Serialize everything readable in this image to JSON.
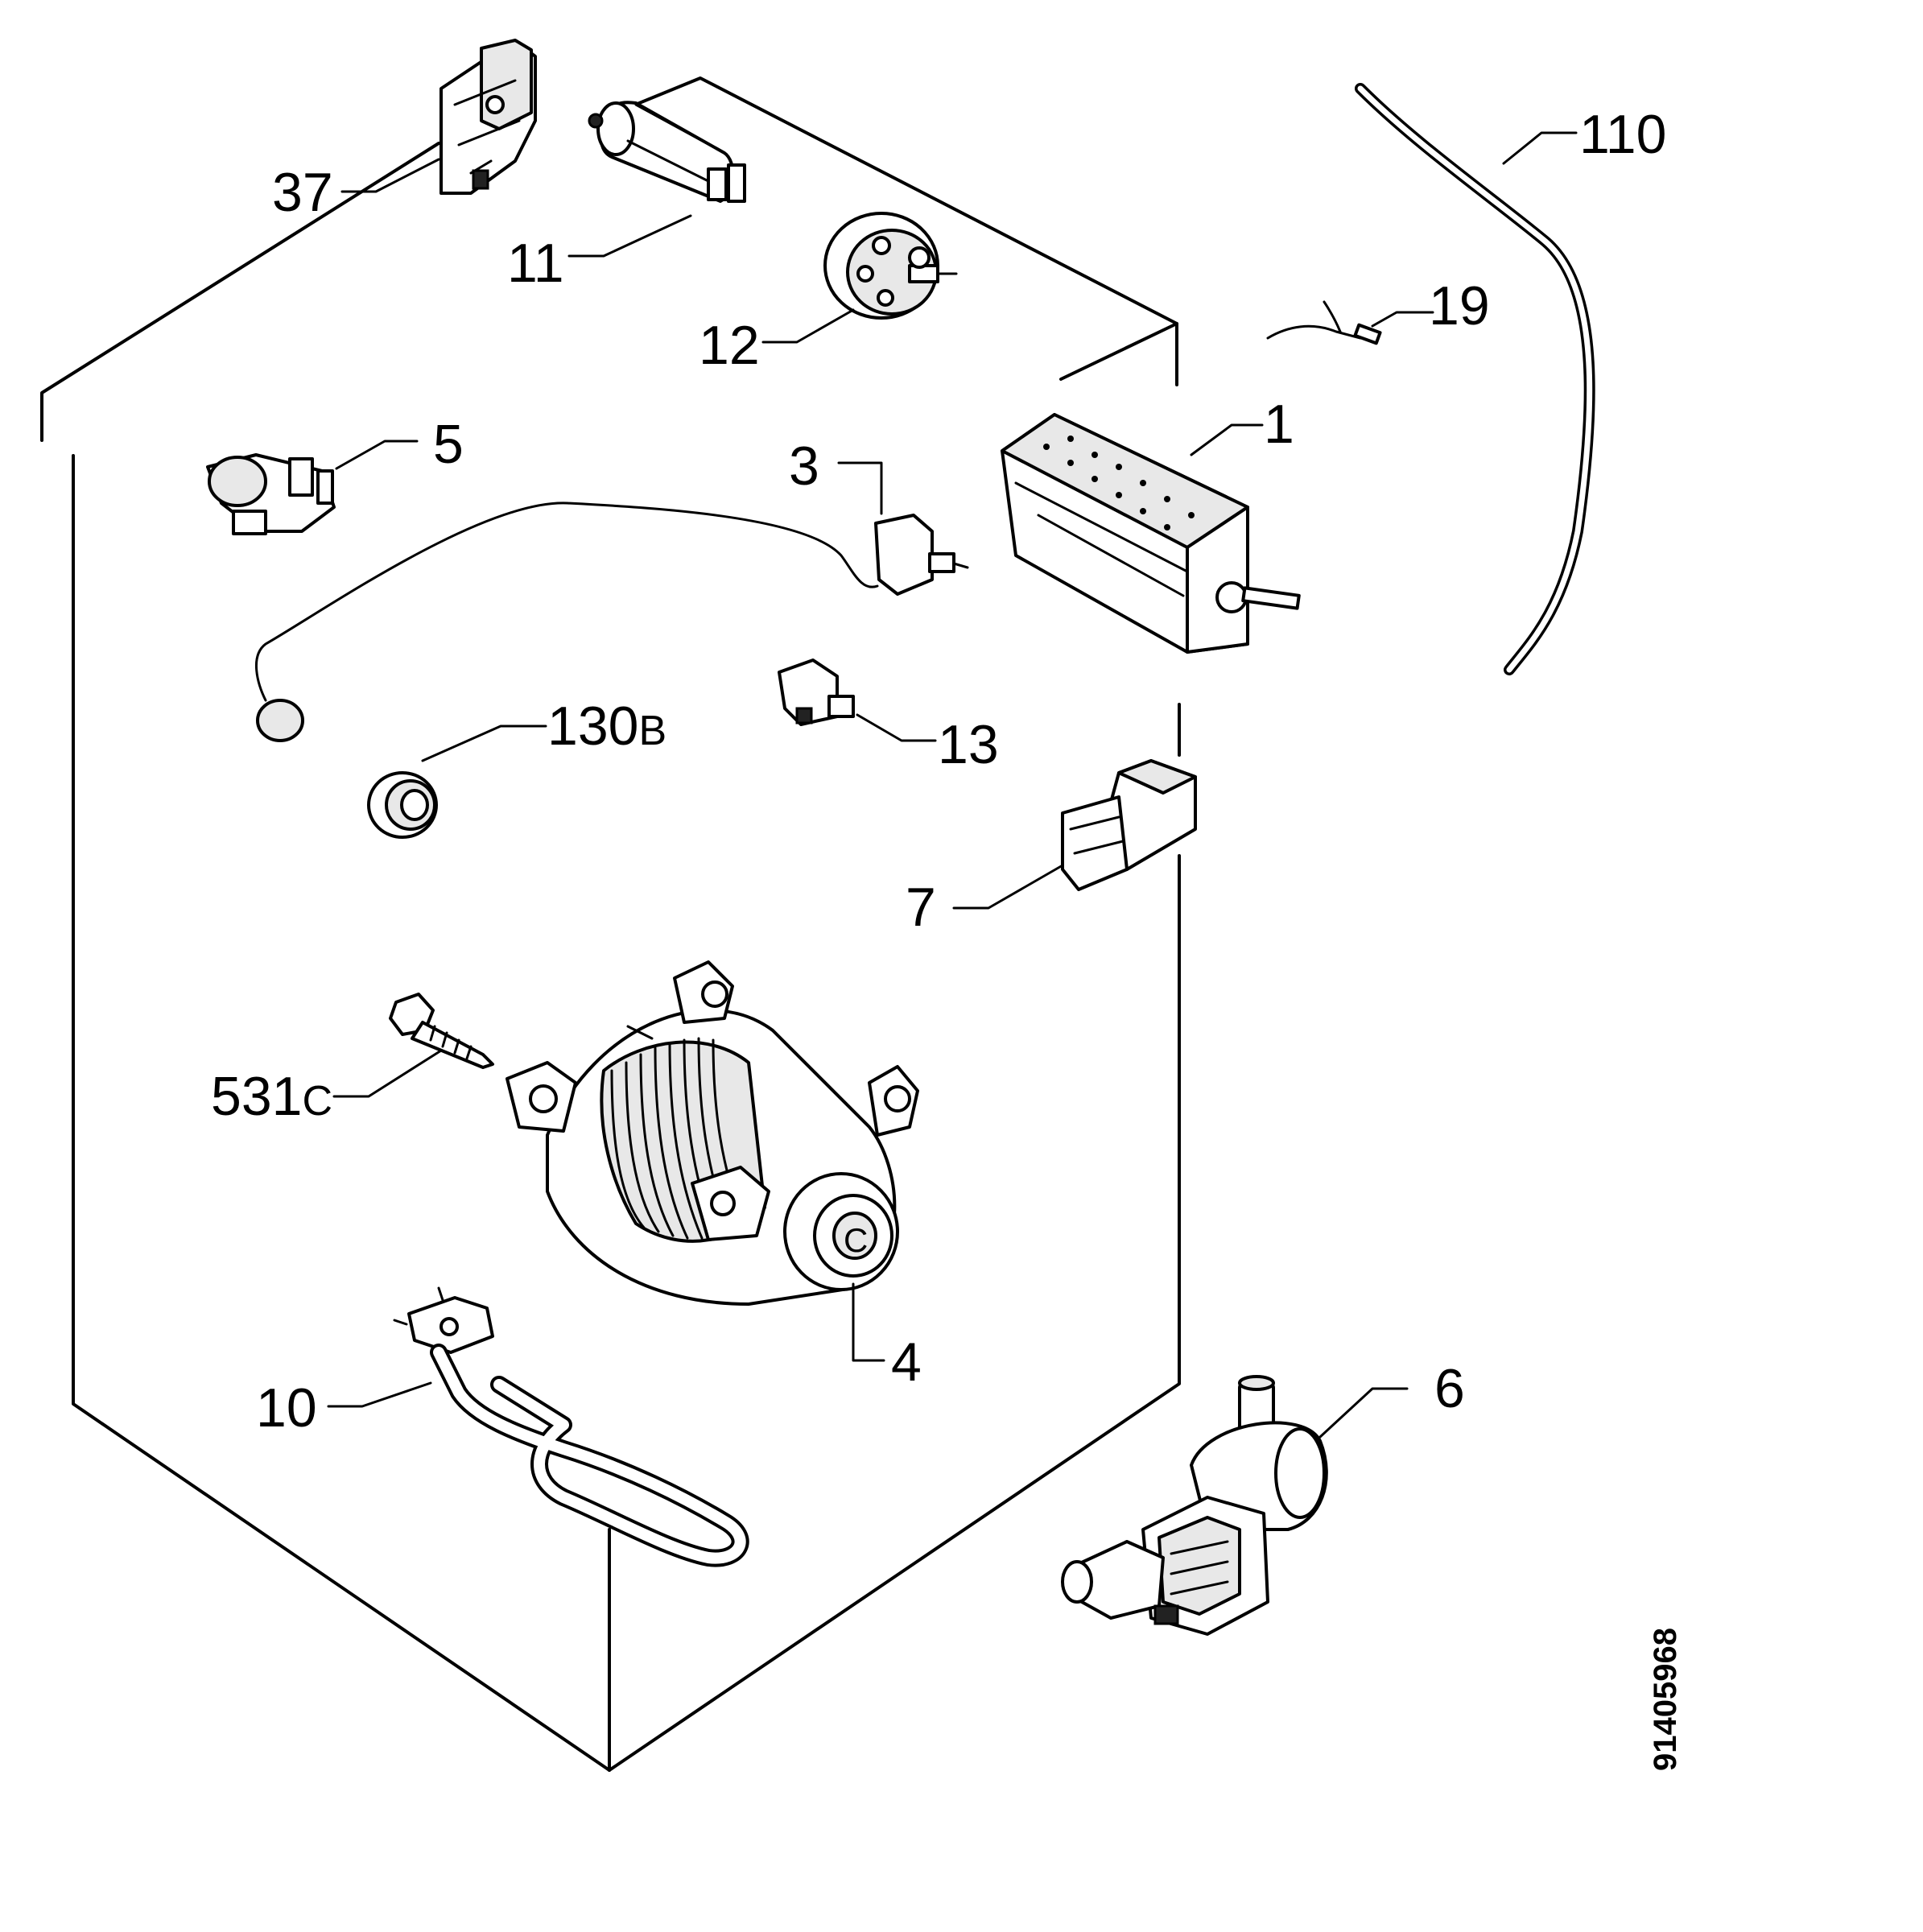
{
  "labels": {
    "p37": "37",
    "p11": "11",
    "p12": "12",
    "p110": "110",
    "p19": "19",
    "p1": "1",
    "p5": "5",
    "p3": "3",
    "p130": "130",
    "p130_suffix": "B",
    "p13": "13",
    "p7": "7",
    "p531": "531",
    "p531_suffix": "C",
    "p4": "4",
    "p10": "10",
    "p6": "6"
  },
  "reference_number": "91405968"
}
